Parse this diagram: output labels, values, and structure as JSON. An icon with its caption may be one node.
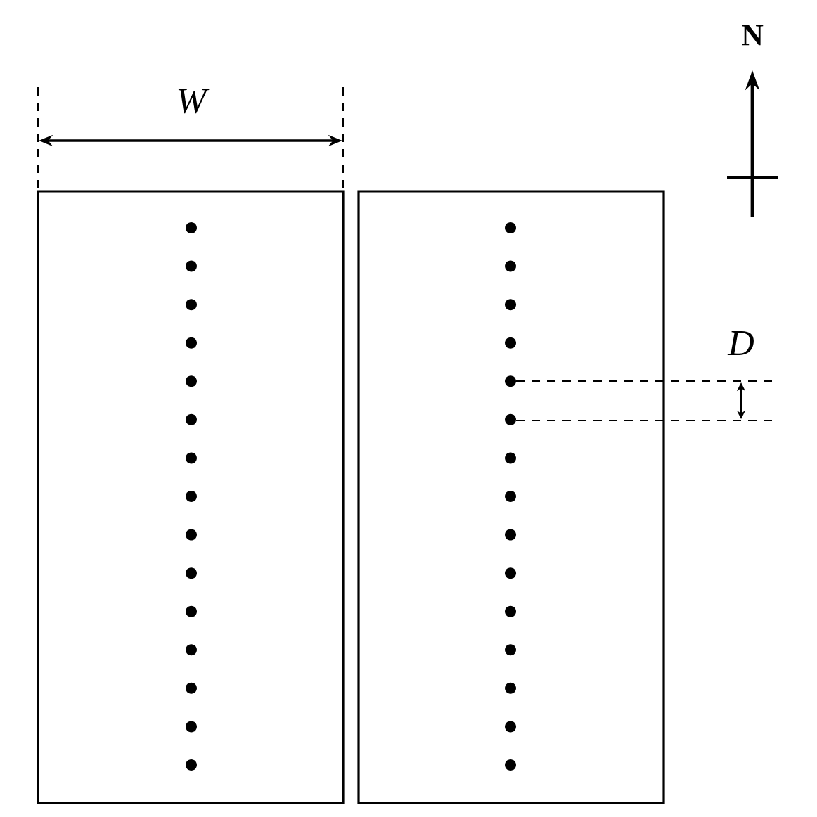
{
  "diagram": {
    "nodes": [
      {
        "text": [],
        "shape": "box"
      },
      {
        "text": [],
        "shape": "box"
      }
    ],
    "labels": [
      "N",
      "W",
      "D"
    ]
  }
}
